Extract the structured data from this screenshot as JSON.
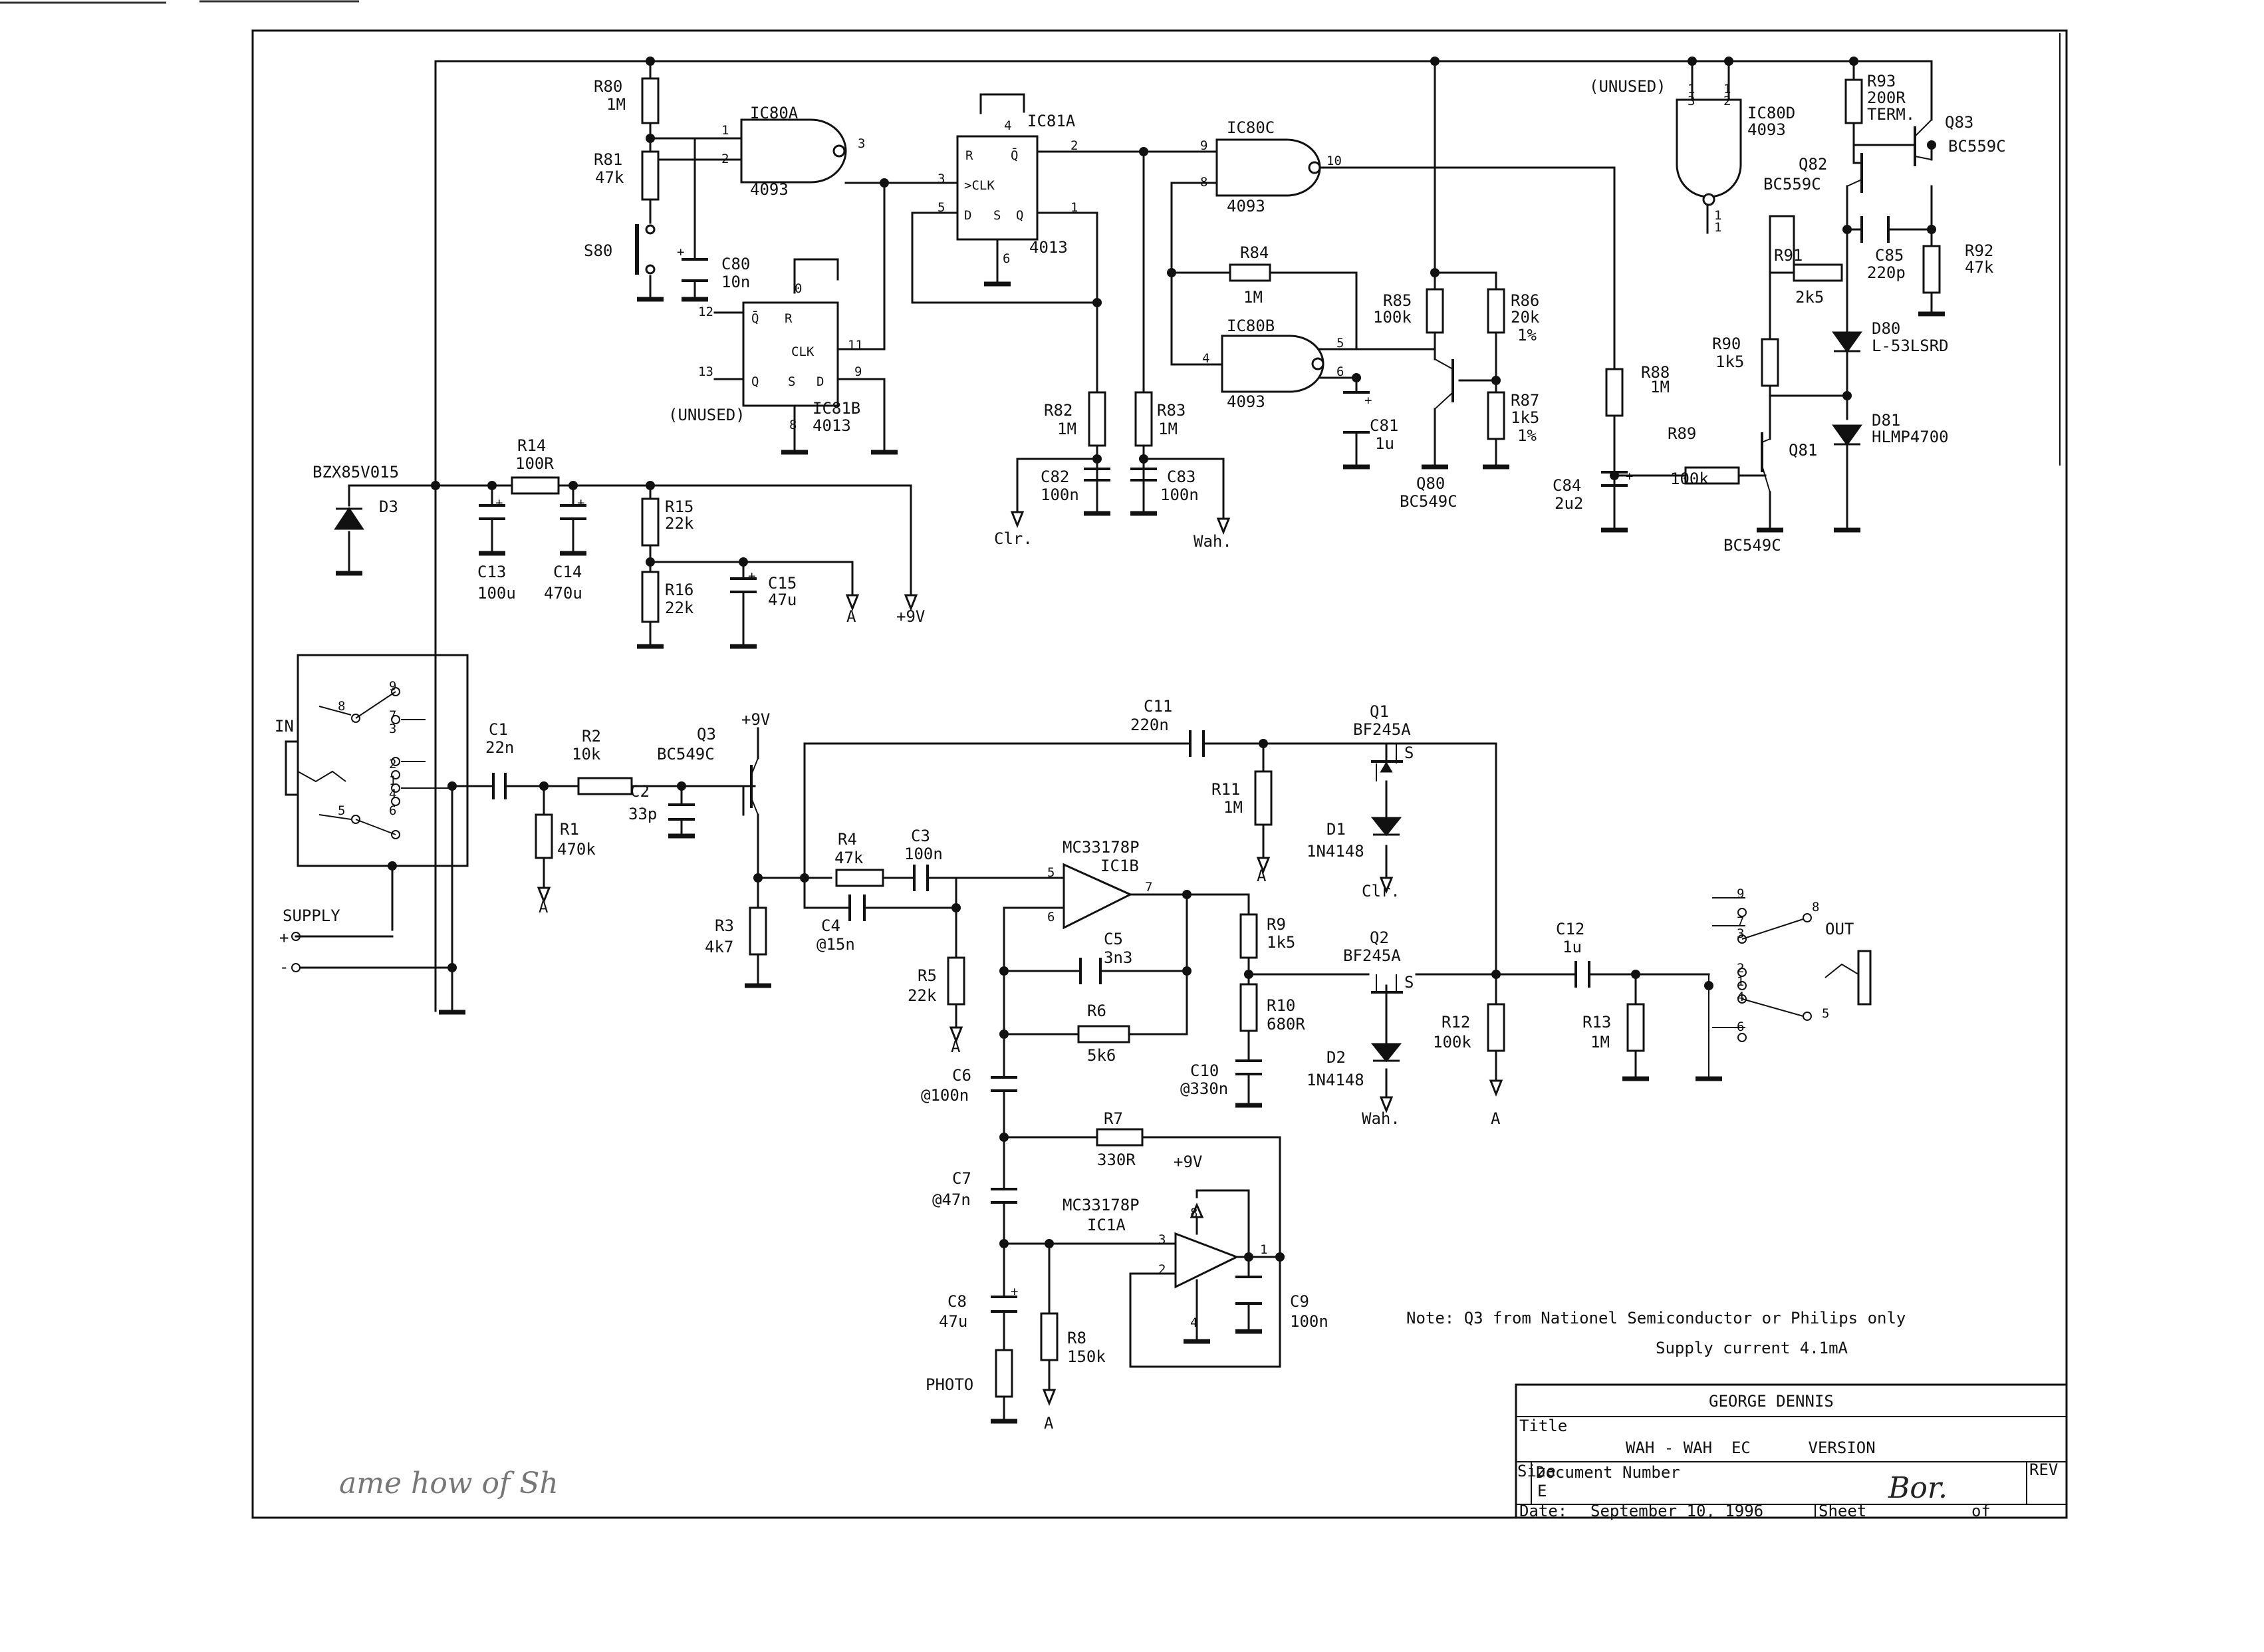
{
  "title_block": {
    "company": "GEORGE DENNIS",
    "title_label": "Title",
    "title_value": "WAH - WAH  EC      VERSION",
    "size_label": "Size",
    "size_value": "E",
    "docnum_label": "Document Number",
    "rev_label": "REV",
    "date_label": "Date:",
    "date_value": "September 10, 1996",
    "sheet_label": "Sheet",
    "of_label": "of",
    "signature": "Bor."
  },
  "notes": {
    "note1": "Note: Q3 from Nationel Semiconductor or Philips only",
    "note2": "Supply current 4.1mA",
    "handwriting": "ame how of Sh"
  },
  "labels": {
    "R80": "R80",
    "R80v": "1M",
    "R81": "R81",
    "R81v": "47k",
    "S80": "S80",
    "C80": "C80",
    "C80v": "10n",
    "IC80A": "IC80A",
    "IC80A_t": "4093",
    "IC81A": "IC81A",
    "IC81A_t": "4013",
    "IC81B": "IC81B",
    "IC81B_t": "4013",
    "unused1": "(UNUSED)",
    "IC80C": "IC80C",
    "IC80C_t": "4093",
    "IC80B": "IC80B",
    "IC80B_t": "4093",
    "R84": "R84",
    "R84v": "1M",
    "R85": "R85",
    "R85v": "100k",
    "R86": "R86",
    "R86v1": "20k",
    "R86v2": "1%",
    "R87": "R87",
    "R87v1": "1k5",
    "R87v2": "1%",
    "C81": "C81",
    "C81v": "1u",
    "Q80": "Q80",
    "Q80t": "BC549C",
    "R82": "R82",
    "R82v": "1M",
    "R83": "R83",
    "R83v": "1M",
    "C82": "C82",
    "C82v": "100n",
    "C83": "C83",
    "C83v": "100n",
    "clr1": "Clr.",
    "wah1": "Wah.",
    "unused2": "(UNUSED)",
    "IC80D": "IC80D",
    "IC80D_t": "4093",
    "R88": "R88",
    "R88v": "1M",
    "C84": "C84",
    "C84v": "2u2",
    "R89": "R89",
    "R89v": "100k",
    "Q81": "Q81",
    "Q81t": "BC549C",
    "R90": "R90",
    "R90v": "1k5",
    "R91": "R91",
    "R91v": "2k5",
    "R92": "R92",
    "R92v": "47k",
    "R93": "R93",
    "R93v1": "200R",
    "R93v2": "TERM.",
    "Q82": "Q82",
    "Q82t": "BC559C",
    "Q83": "Q83",
    "Q83t": "BC559C",
    "C85": "C85",
    "C85v": "220p",
    "D80": "D80",
    "D80t": "L-53LSRD",
    "D81": "D81",
    "D81t": "HLMP4700",
    "D3t": "BZX85V015",
    "D3": "D3",
    "R14": "R14",
    "R14v": "100R",
    "C13": "C13",
    "C13v": "100u",
    "C14": "C14",
    "C14v": "470u",
    "R15": "R15",
    "R15v": "22k",
    "R16": "R16",
    "R16v": "22k",
    "C15": "C15",
    "C15v": "47u",
    "nodeA": "A",
    "plus9v": "+9V",
    "IN": "IN",
    "OUT": "OUT",
    "SUPPLY": "SUPPLY",
    "plus": "+",
    "minus": "-",
    "C1": "C1",
    "C1v": "22n",
    "R2": "R2",
    "R2v": "10k",
    "C2": "C2",
    "C2v": "33p",
    "R1": "R1",
    "R1v": "470k",
    "Q3": "Q3",
    "Q3t": "BC549C",
    "R3": "R3",
    "R3v": "4k7",
    "R4": "R4",
    "R4v": "47k",
    "C3": "C3",
    "C3v": "100n",
    "C4": "C4",
    "C4v": "@15n",
    "IC1B_t": "MC33178P",
    "IC1B": "IC1B",
    "C5": "C5",
    "C5v": "3n3",
    "R6": "R6",
    "R6v": "5k6",
    "R5": "R5",
    "R5v": "22k",
    "C6": "C6",
    "C6v": "@100n",
    "R7": "R7",
    "R7v": "330R",
    "C7": "C7",
    "C7v": "@47n",
    "IC1A_t": "MC33178P",
    "IC1A": "IC1A",
    "C8": "C8",
    "C8v": "47u",
    "R8": "R8",
    "R8v": "150k",
    "C9": "C9",
    "C9v": "100n",
    "PHOTO": "PHOTO",
    "C11": "C11",
    "C11v": "220n",
    "Q1": "Q1",
    "Q1t": "BF245A",
    "Q2": "Q2",
    "Q2t": "BF245A",
    "R11": "R11",
    "R11v": "1M",
    "D1": "D1",
    "D1t": "1N4148",
    "D2": "D2",
    "D2t": "1N4148",
    "clr2": "Clr.",
    "wah2": "Wah.",
    "R9": "R9",
    "R9v": "1k5",
    "R10": "R10",
    "R10v": "680R",
    "C10": "C10",
    "C10v": "@330n",
    "R12": "R12",
    "R12v": "100k",
    "C12": "C12",
    "C12v": "1u",
    "R13": "R13",
    "R13v": "1M",
    "S": "S"
  }
}
